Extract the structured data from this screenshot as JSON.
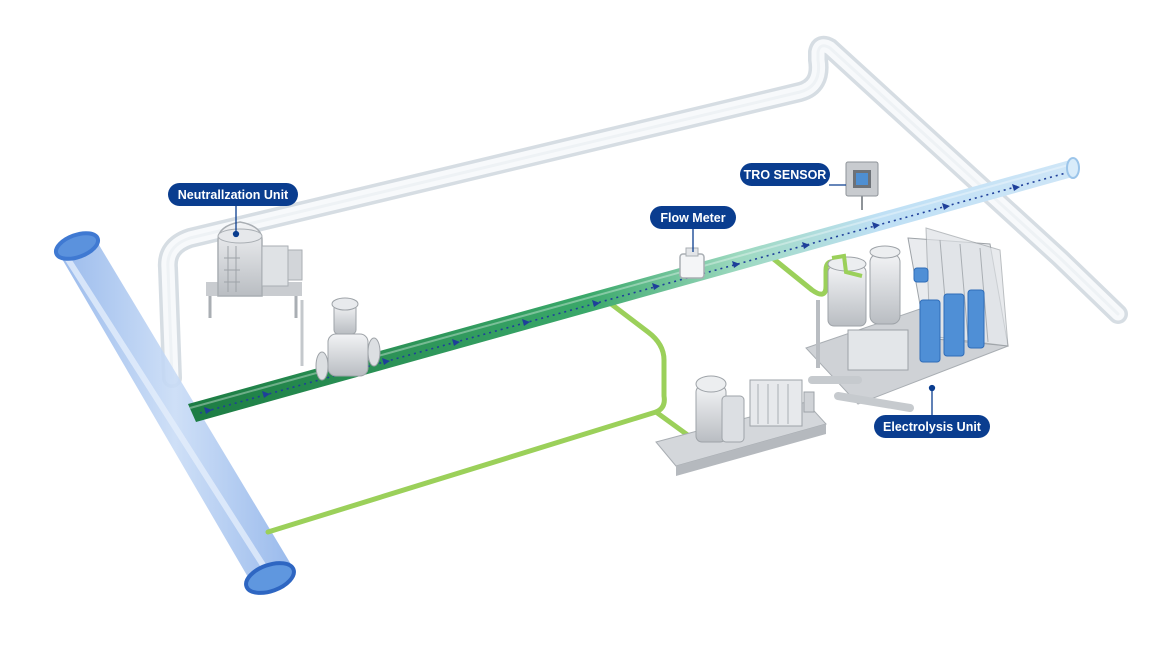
{
  "labels": {
    "neutralization_unit": "Neutrallzation Unit",
    "flow_meter": "Flow Meter",
    "tro_sensor": "TRO SENSOR",
    "electrolysis_unit": "Electrolysis Unit"
  },
  "colors": {
    "callout_fill": "#0a3d8f",
    "callout_text": "#ffffff",
    "main_pipe_blue": "#a9c8ef",
    "main_pipe_rim": "#3f79d2",
    "treated_pipe_green": "#1f8a4c",
    "treated_pipe_green_light": "#7fd2a6",
    "treated_pipe_blue": "#bfe0f5",
    "dosing_line_green": "#9bd05a",
    "return_pipe_clear": "#e3e9ee",
    "machinery_gray": "#c9ccd0",
    "electrolysis_cell_blue": "#4f8fd6",
    "flow_arrow": "#1e3f9a"
  },
  "icons": {
    "flow_direction": "arrowhead-icon",
    "sensor": "sensor-box-icon"
  }
}
